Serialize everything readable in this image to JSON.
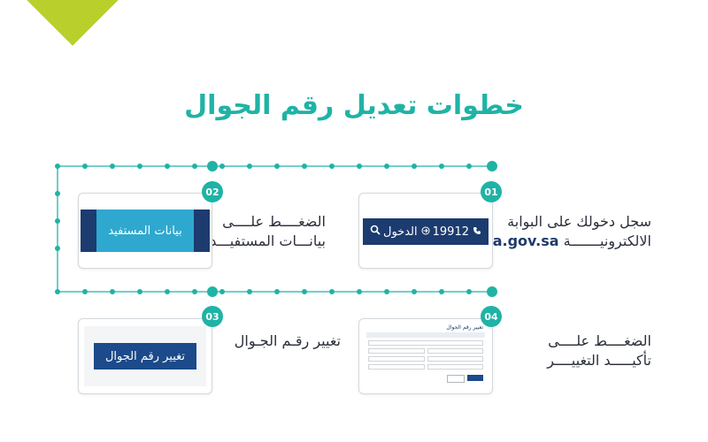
{
  "title": "خطوات تعديل رقم الجوال",
  "colors": {
    "accent": "#1fb3a6",
    "navy": "#1c3b6f",
    "lime": "#b9cf2c"
  },
  "steps": [
    {
      "number": "01",
      "line1": "سجل دخولك على البوابة",
      "line2": "الالكترونيـــــــة",
      "domain": "ca.gov.sa",
      "card": {
        "phone": "19912",
        "phone_icon": "phone-icon",
        "login": "الدخول",
        "login_icon": "login-icon",
        "search_icon": "search-icon"
      }
    },
    {
      "number": "02",
      "line1": "الضغــــط علــــى",
      "line2": "بيانـــات المستفيـــد",
      "card": {
        "label": "بيانات المستفيد"
      }
    },
    {
      "number": "03",
      "line1": "تغيير رقـم الجـوال",
      "card": {
        "button": "تغيير رقم الجوال"
      }
    },
    {
      "number": "04",
      "line1": "الضغــــط علــــى",
      "line2": "تأكيـــــد التغييــــر",
      "card": {
        "form_title": "تغيير رقم الجوال"
      }
    }
  ]
}
